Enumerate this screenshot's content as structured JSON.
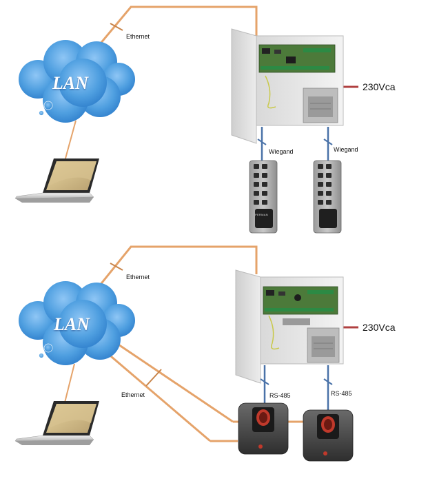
{
  "top": {
    "network_label": "LAN",
    "ethernet_label": "Ethernet",
    "power_label": "230Vca",
    "link_label_left": "Wiegand",
    "link_label_right": "Wiegand",
    "reader_brand": "PERMAN"
  },
  "bottom": {
    "network_label": "LAN",
    "ethernet_label_top": "Ethernet",
    "ethernet_label_readers": "Ethernet",
    "power_label": "230Vca",
    "link_label_left": "RS-485",
    "link_label_right": "RS-485"
  },
  "colors": {
    "ethernet_cable": "#e5a36a",
    "bus_cable": "#4a72a8",
    "power_cable": "#b04040",
    "cloud": "#4f9fe0"
  }
}
